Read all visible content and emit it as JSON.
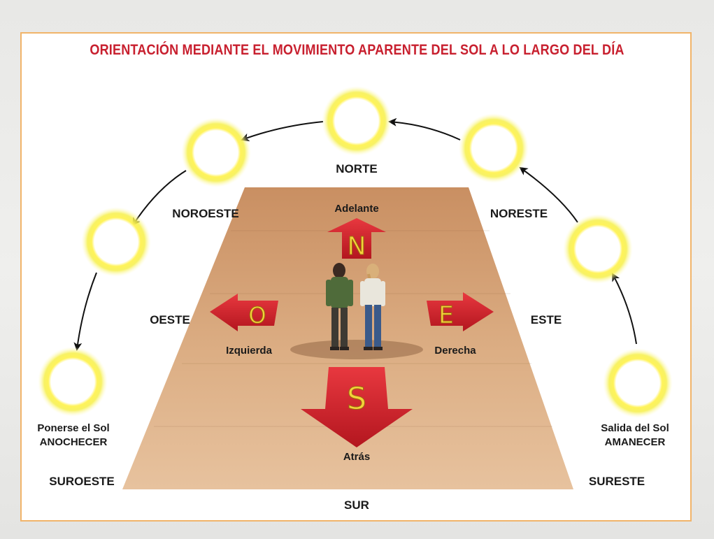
{
  "title": "ORIENTACIÓN MEDIANTE EL MOVIMIENTO APARENTE DEL SOL A LO LARGO DEL DÍA",
  "directions": {
    "north": "NORTE",
    "south": "SUR",
    "east": "ESTE",
    "west": "OESTE",
    "northeast": "NORESTE",
    "northwest": "NOROESTE",
    "southeast": "SURESTE",
    "southwest": "SUROESTE"
  },
  "relative": {
    "forward": "Adelante",
    "back": "Atrás",
    "left": "Izquierda",
    "right": "Derecha"
  },
  "arrow_letters": {
    "north": "N",
    "south": "S",
    "east": "E",
    "west": "O"
  },
  "sunrise": {
    "line1": "Salida del Sol",
    "line2": "AMANECER"
  },
  "sunset": {
    "line1": "Ponerse el Sol",
    "line2": "ANOCHECER"
  },
  "colors": {
    "title": "#c8202f",
    "frame_border": "#f1b46a",
    "arrow_red": "#d8242e",
    "letter_yellow": "#f4d23a",
    "sun_glow": "#ffee33",
    "floor": "#d6a57a"
  }
}
